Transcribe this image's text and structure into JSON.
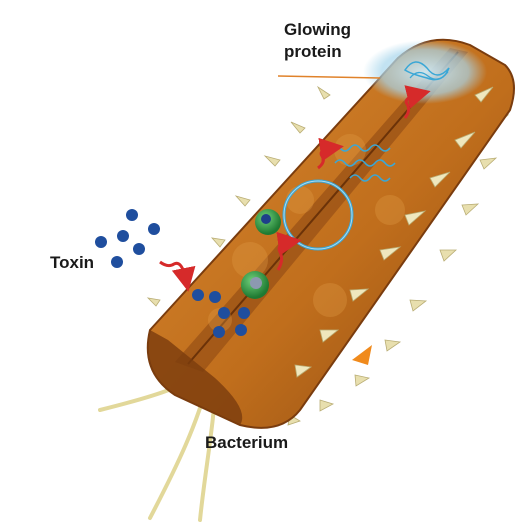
{
  "labels": {
    "glowing_protein_line1": "Glowing",
    "glowing_protein_line2": "protein",
    "toxin": "Toxin",
    "bacterium": "Bacterium"
  },
  "colors": {
    "body_fill": "#c8741d",
    "body_dark": "#8a4512",
    "spike": "#e8dfae",
    "flagella": "#e2d89a",
    "toxin_dot": "#1f4e9e",
    "glow": "#9ecfe8",
    "dna": "#3aa7d6",
    "green_node": "#2f9a43",
    "pointer_line": "#e0822a",
    "arrow_red": "#d62a2a"
  },
  "icons": [
    "toxin-molecule-icon",
    "plasmid-ring-icon",
    "dna-strand-icon",
    "signal-arrow-icon",
    "flagellum-icon",
    "spike-icon"
  ]
}
